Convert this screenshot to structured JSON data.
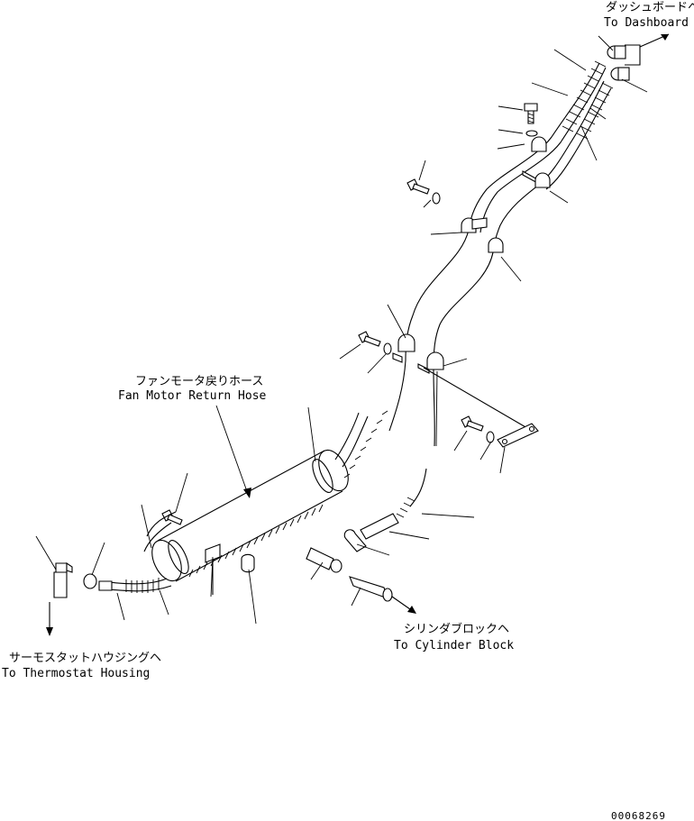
{
  "labels": {
    "dashboard_jp": "ダッシュボードヘ",
    "dashboard_en": "To Dashboard",
    "fan_hose_jp": "ファンモータ戻りホース",
    "fan_hose_en": "Fan Motor Return Hose",
    "cylinder_jp": "シリンダブロックヘ",
    "cylinder_en": "To Cylinder Block",
    "thermostat_jp": "サーモスタットハウジングヘ",
    "thermostat_en": "To Thermostat Housing"
  },
  "drawing_number": "00068269"
}
